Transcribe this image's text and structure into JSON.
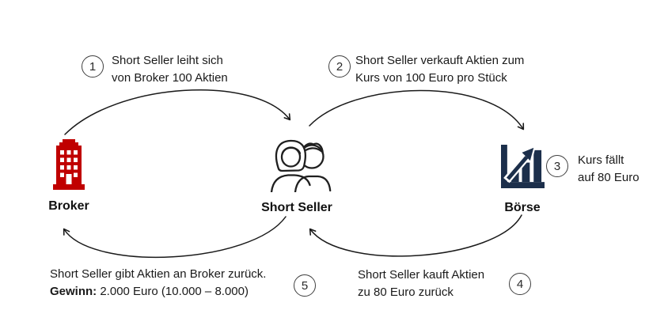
{
  "diagram": {
    "nodes": {
      "broker": {
        "label": "Broker",
        "icon": "building-icon"
      },
      "short_seller": {
        "label": "Short Seller",
        "icon": "people-icon"
      },
      "boerse": {
        "label": "Börse",
        "icon": "bar-chart-rising-icon"
      }
    },
    "steps": [
      {
        "number": "1",
        "line1": "Short Seller leiht sich",
        "line2": "von Broker 100 Aktien"
      },
      {
        "number": "2",
        "line1": "Short Seller verkauft Aktien zum",
        "line2": "Kurs von 100 Euro pro Stück"
      },
      {
        "number": "3",
        "line1": "Kurs fällt",
        "line2": "auf 80 Euro"
      },
      {
        "number": "4",
        "line1": "Short Seller kauft Aktien",
        "line2": "zu 80 Euro zurück"
      },
      {
        "number": "5",
        "line1": "Short Seller gibt Aktien an Broker zurück.",
        "line2_label": "Gewinn:",
        "line2_value": " 2.000 Euro (10.000 – 8.000)"
      }
    ],
    "colors": {
      "broker_icon": "#C00000",
      "boerse_icon": "#1C2F4B",
      "arrow": "#1A1A1A",
      "people_outline": "#1F1F1F"
    }
  }
}
